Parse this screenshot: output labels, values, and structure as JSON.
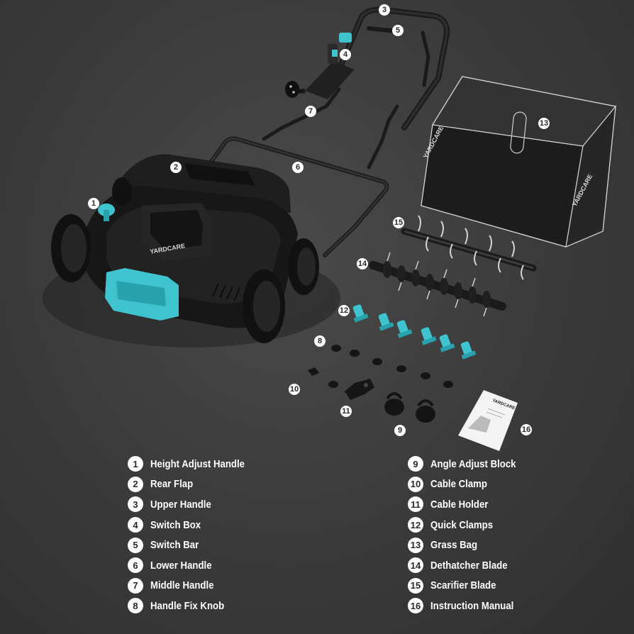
{
  "brand": "YARDCARE",
  "manual_brand": "YARDCARE",
  "colors": {
    "background": "#3a3a3a",
    "accent": "#3fc4cf",
    "body": "#1c1c1c",
    "label_text": "#ffffff"
  },
  "callouts": [
    "1",
    "2",
    "3",
    "4",
    "5",
    "6",
    "7",
    "8",
    "9",
    "10",
    "11",
    "12",
    "13",
    "14",
    "15",
    "16"
  ],
  "legend": {
    "left": [
      {
        "num": "1",
        "label": "Height Adjust Handle"
      },
      {
        "num": "2",
        "label": "Rear Flap"
      },
      {
        "num": "3",
        "label": "Upper Handle"
      },
      {
        "num": "4",
        "label": "Switch Box"
      },
      {
        "num": "5",
        "label": "Switch Bar"
      },
      {
        "num": "6",
        "label": "Lower Handle"
      },
      {
        "num": "7",
        "label": "Middle Handle"
      },
      {
        "num": "8",
        "label": "Handle Fix Knob"
      }
    ],
    "right": [
      {
        "num": "9",
        "label": "Angle Adjust Block"
      },
      {
        "num": "10",
        "label": "Cable Clamp"
      },
      {
        "num": "11",
        "label": "Cable Holder"
      },
      {
        "num": "12",
        "label": "Quick Clamps"
      },
      {
        "num": "13",
        "label": "Grass Bag"
      },
      {
        "num": "14",
        "label": "Dethatcher Blade"
      },
      {
        "num": "15",
        "label": "Scarifier Blade"
      },
      {
        "num": "16",
        "label": "Instruction Manual"
      }
    ]
  }
}
